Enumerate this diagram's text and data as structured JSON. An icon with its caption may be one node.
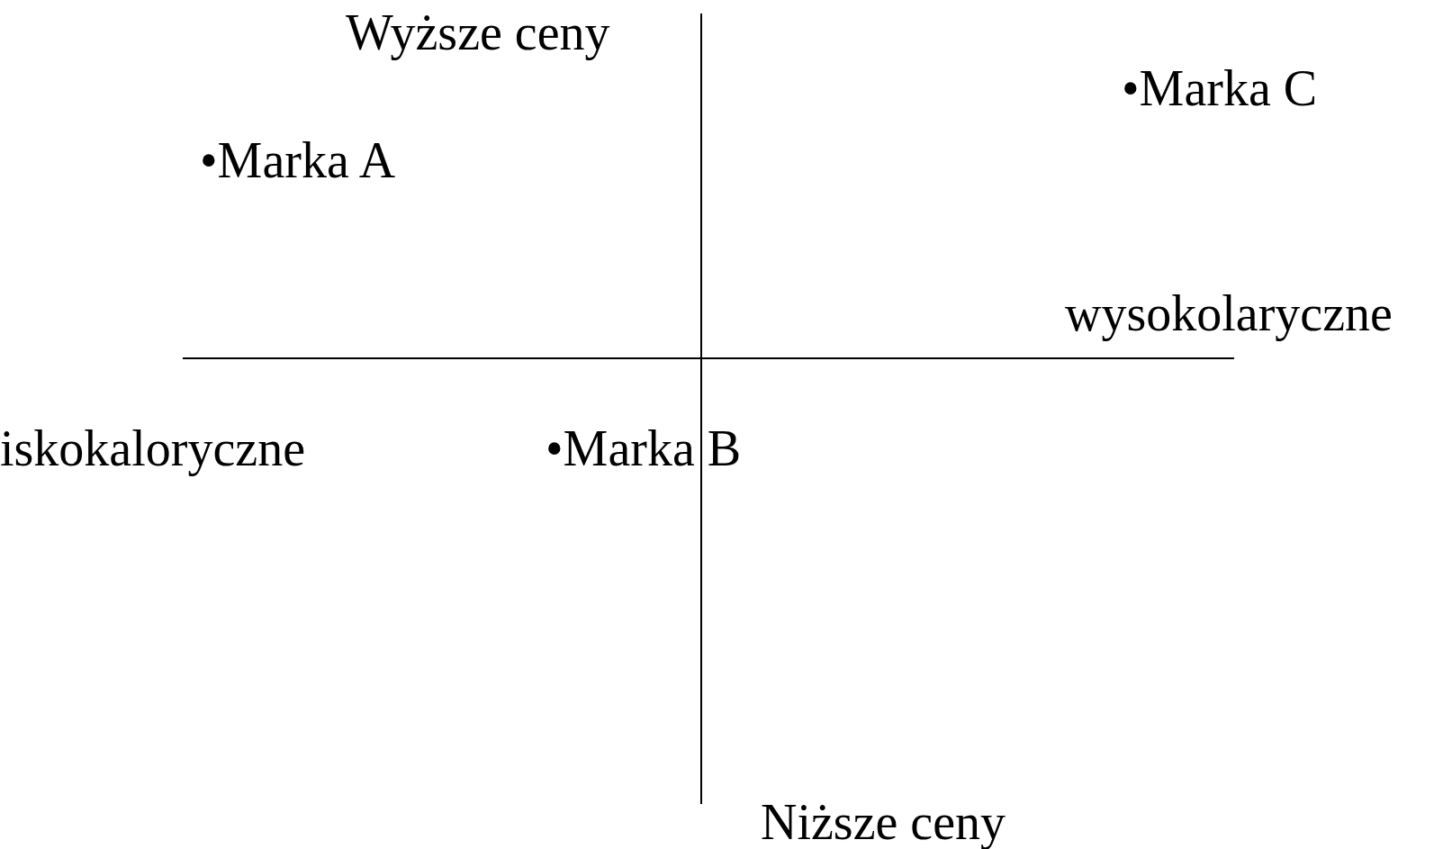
{
  "diagram": {
    "labels": [
      "Wyższe ceny",
      "•Marka C",
      "•Marka A",
      "wysokolaryczne",
      "iskokaloryczne",
      "•Marka B",
      "Niższe ceny"
    ]
  }
}
